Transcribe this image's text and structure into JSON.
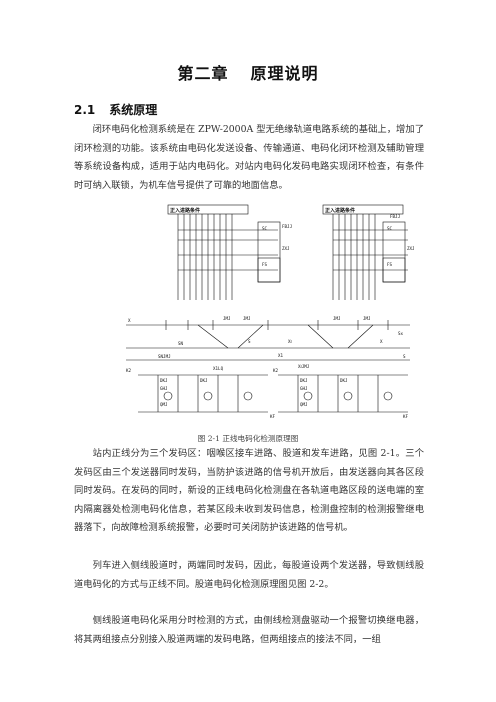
{
  "chapter": {
    "number": "第二章",
    "title": "原理说明"
  },
  "section": {
    "number": "2.1",
    "title": "系统原理"
  },
  "paragraphs": {
    "p1": "闭环电码化检测系统是在 ZPW-2000A 型无绝缘轨道电路系统的基础上，增加了闭环检测的功能。该系统由电码化发送设备、传输通道、电码化闭环检测及辅助管理等系统设备构成，适用于站内电码化。对站内电码化发码电路实现闭环检查，有条件时可纳入联锁，为机车信号提供了可靠的地面信息。",
    "p2": "站内正线分为三个发码区：咽喉区接车进路、股道和发车进路，见图 2-1。三个发码区由三个发送器同时发码，当防护该进路的信号机开放后，由发送器向其各区段同时发码。在发码的同时，新设的正线电码化检测盘在各轨道电路区段的送电端的室内隔离器处检测电码化信息，若某区段未收到发码信息，检测盘控制的检测报警继电器落下，向故障检测系统报警，必要时可关闭防护该进路的信号机。",
    "p3": "列车进入侧线股道时，两端同时发码，因此，每股道设两个发送器，导致侧线股道电码化的方式与正线不同。股道电码化检测原理图见图 2-2。",
    "p4": "侧线股道电码化采用分时检测的方式，由侧线检测盘驱动一个报警切换继电器，将其两组接点分别接入股道两端的发码电路，但两组接点的接法不同，一组"
  },
  "figure": {
    "caption": "图 2-1  正线电码化检测原理图",
    "labels": {
      "left_box": "正入进路条件",
      "right_box": "正入进路条件",
      "x": "X",
      "x_right": "X",
      "sn": "SN",
      "s": "S",
      "xi": "XⅠ",
      "x1": "X1",
      "x1lq": "X1LQ",
      "xi_jmj": "XⅠJMJ",
      "sn_jmj": "SNJMJ",
      "s_right": "S",
      "s_far": "Sx",
      "fbjj_left": "FBJJ",
      "fbjj_right": "FBJJ",
      "zxj_left": "ZXJ",
      "zxj_right": "ZXJ",
      "jmj": "JMJ",
      "dkj": "DKJ",
      "ghj": "GHJ",
      "qmj": "QMJ",
      "k2_left": "K2",
      "k2_right": "K2",
      "kf_left": "KF",
      "kf_right": "KF",
      "sc": "SC",
      "fs": "FS"
    }
  }
}
